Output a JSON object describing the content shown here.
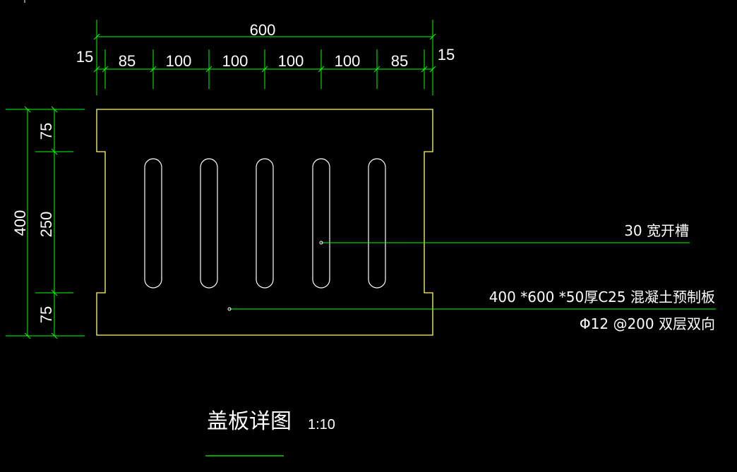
{
  "colors": {
    "background": "#000000",
    "dimension_lines": "#00ff00",
    "outline": "#ffff66",
    "slots": "#ffffff",
    "text": "#ffffff"
  },
  "dimensions": {
    "total_width": "600",
    "edge_left": "15",
    "edge_right": "15",
    "segments": [
      "85",
      "100",
      "100",
      "100",
      "100",
      "85"
    ],
    "total_height": "400",
    "vertical_segments": [
      "75",
      "250",
      "75"
    ]
  },
  "annotations": {
    "slot_note": "30 宽开槽",
    "panel_spec": "400 *600 *50厚C25 混凝土预制板",
    "rebar_spec": "Φ12 @200 双层双向"
  },
  "title": {
    "name": "盖板详图",
    "scale": "1:10"
  }
}
